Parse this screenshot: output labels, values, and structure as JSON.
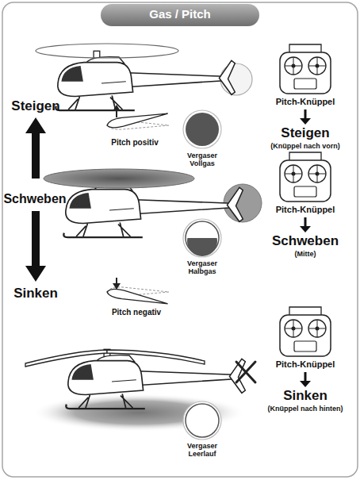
{
  "diagram": {
    "title": "Gas / Pitch",
    "labels": [
      "Steigen",
      "Pitch-Knüppel",
      "Steigen",
      "Pitch positiv",
      "(Knüppel nach vorn)",
      "Vergaser Vollgas",
      "Schweben",
      "Pitch-Knüppel",
      "Schweben",
      "(Mitte)",
      "Vergaser Halbgas",
      "Sinken",
      "Pitch negativ",
      "Pitch-Knüppel",
      "Sinken",
      "(Knüppel nach hinten)",
      "Vergaser Leerlauf"
    ]
  }
}
